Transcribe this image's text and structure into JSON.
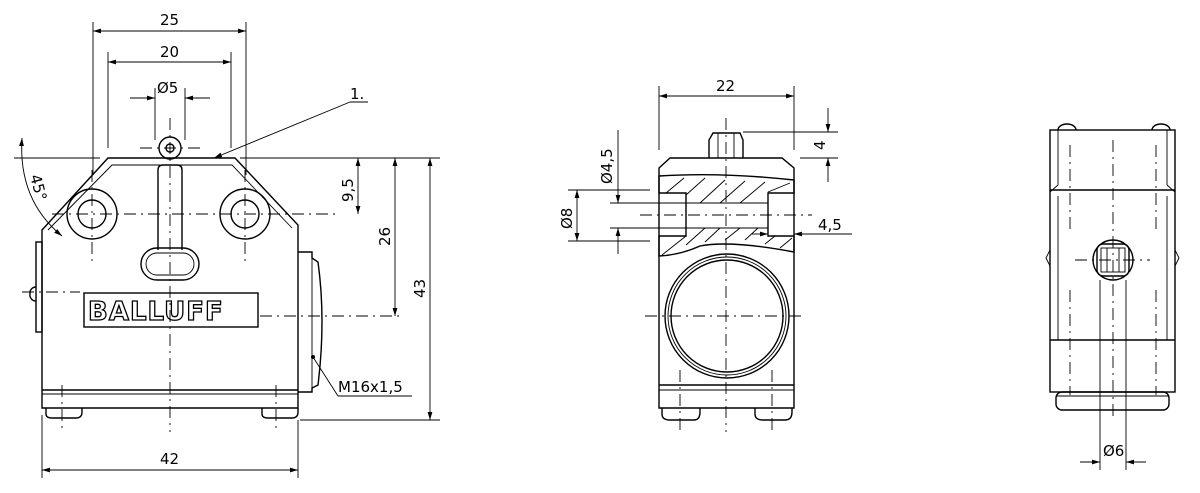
{
  "drawing": {
    "brand_logo": "BALLUFF",
    "front_view": {
      "dim_width_top_outer": "25",
      "dim_width_top_inner": "20",
      "dim_roller_diameter": "Ø5",
      "callout_ref": "1.",
      "dim_angle": "45°",
      "dim_hole_height": "9,5",
      "dim_thread_height": "26",
      "dim_total_height": "43",
      "dim_total_width": "42",
      "thread_label": "M16x1,5"
    },
    "side_view": {
      "dim_width": "22",
      "dim_plunger_height": "4",
      "dim_bore_diameter": "Ø4,5",
      "dim_counterbore_diameter": "Ø8",
      "dim_counterbore_depth": "4,5"
    },
    "rear_view": {
      "dim_diameter": "Ø6"
    }
  }
}
